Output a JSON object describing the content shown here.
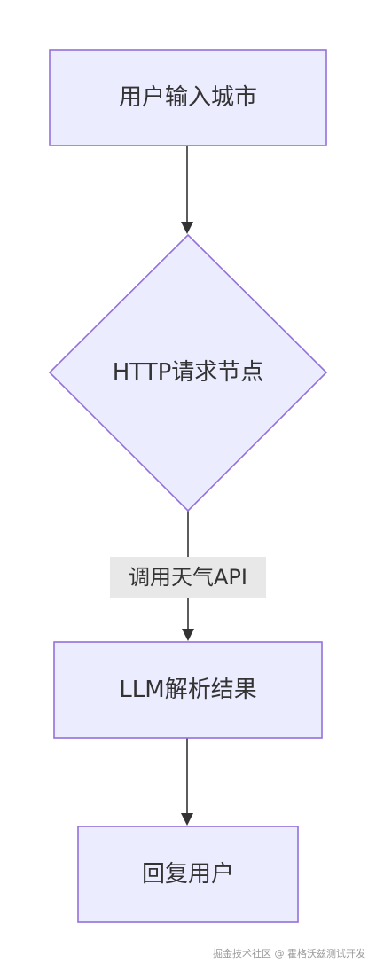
{
  "nodes": {
    "input_city": "用户输入城市",
    "http_request": "HTTP请求节点",
    "llm_parse": "LLM解析结果",
    "reply_user": "回复用户"
  },
  "edges": {
    "call_weather_api": "调用天气API"
  },
  "watermark": "掘金技术社区 @ 霍格沃兹测试开发",
  "colors": {
    "node_fill": "#ECECFF",
    "node_stroke": "#9370DB",
    "edge": "#333333",
    "edge_label_bg": "#E8E8E8"
  }
}
